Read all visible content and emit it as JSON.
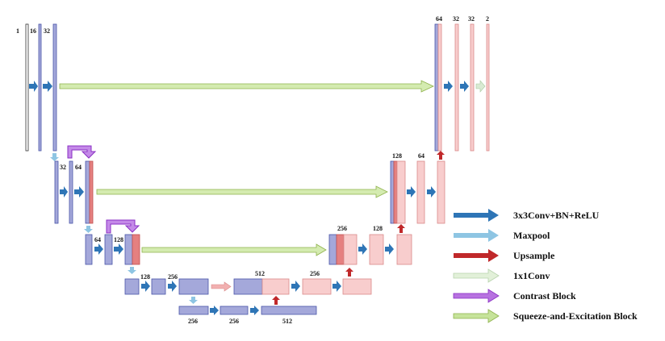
{
  "channels": {
    "enc1": [
      "1",
      "16",
      "32"
    ],
    "enc2": [
      "32",
      "64"
    ],
    "enc3": [
      "64",
      "128"
    ],
    "enc4": [
      "128",
      "256"
    ],
    "bottom": [
      "256",
      "256",
      "512"
    ],
    "mid": [
      "512",
      "256"
    ],
    "dec3": [
      "256",
      "128"
    ],
    "dec2": [
      "128",
      "64"
    ],
    "dec1": [
      "64",
      "32",
      "32",
      "2"
    ]
  },
  "legend": {
    "items": [
      {
        "label": "3x3Conv+BN+ReLU",
        "color": "#2e75b6"
      },
      {
        "label": "Maxpool",
        "color": "#8ec5e3"
      },
      {
        "label": "Upsample",
        "color": "#c0282a"
      },
      {
        "label": "1x1Conv",
        "color": "#d9ead3"
      },
      {
        "label": "Contrast Block",
        "color": "#a855d6"
      },
      {
        "label": "Squeeze-and-Excitation Block",
        "color": "#b5dd7e"
      }
    ]
  }
}
